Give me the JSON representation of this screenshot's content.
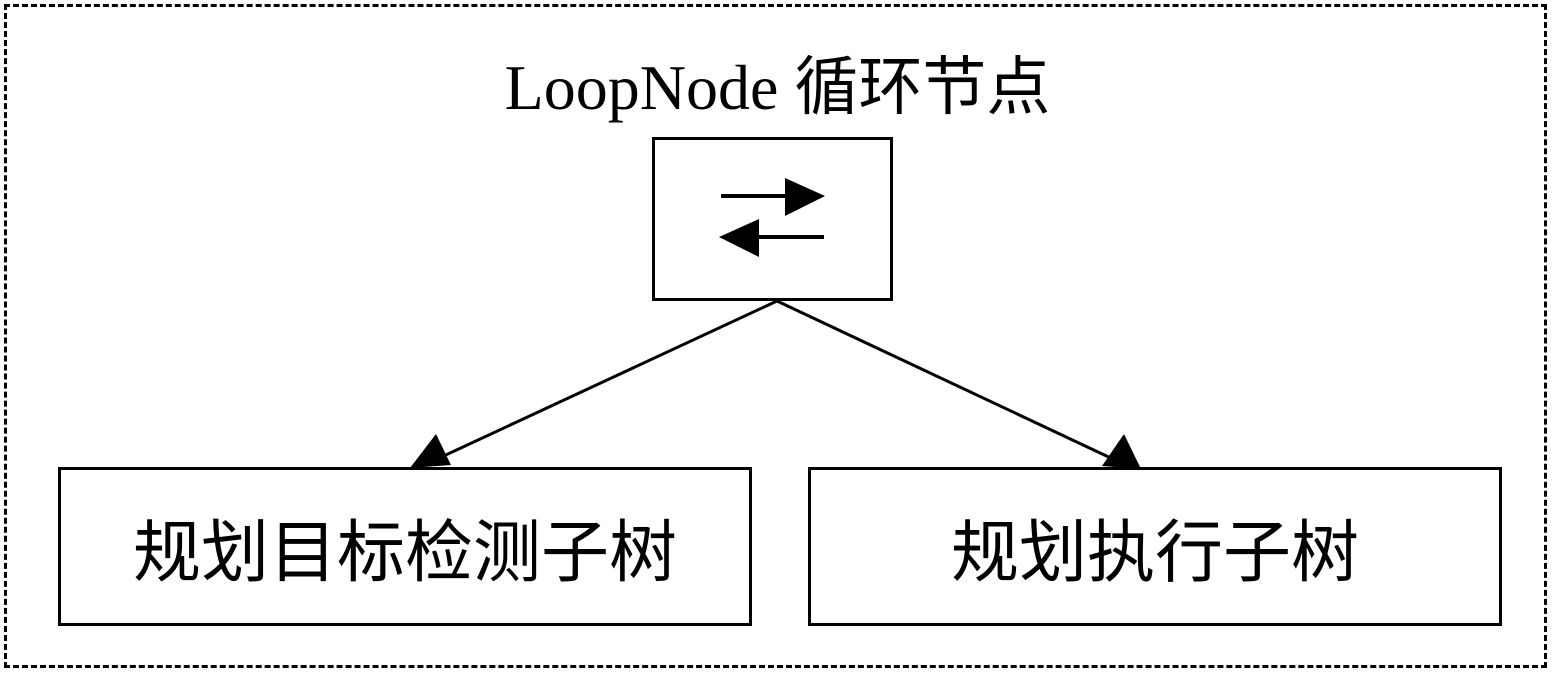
{
  "diagram": {
    "title": "LoopNode 循环节点",
    "loop_node": {
      "icon": "swap-arrows-icon"
    },
    "children": [
      {
        "label": "规划目标检测子树"
      },
      {
        "label": "规划执行子树"
      }
    ]
  }
}
